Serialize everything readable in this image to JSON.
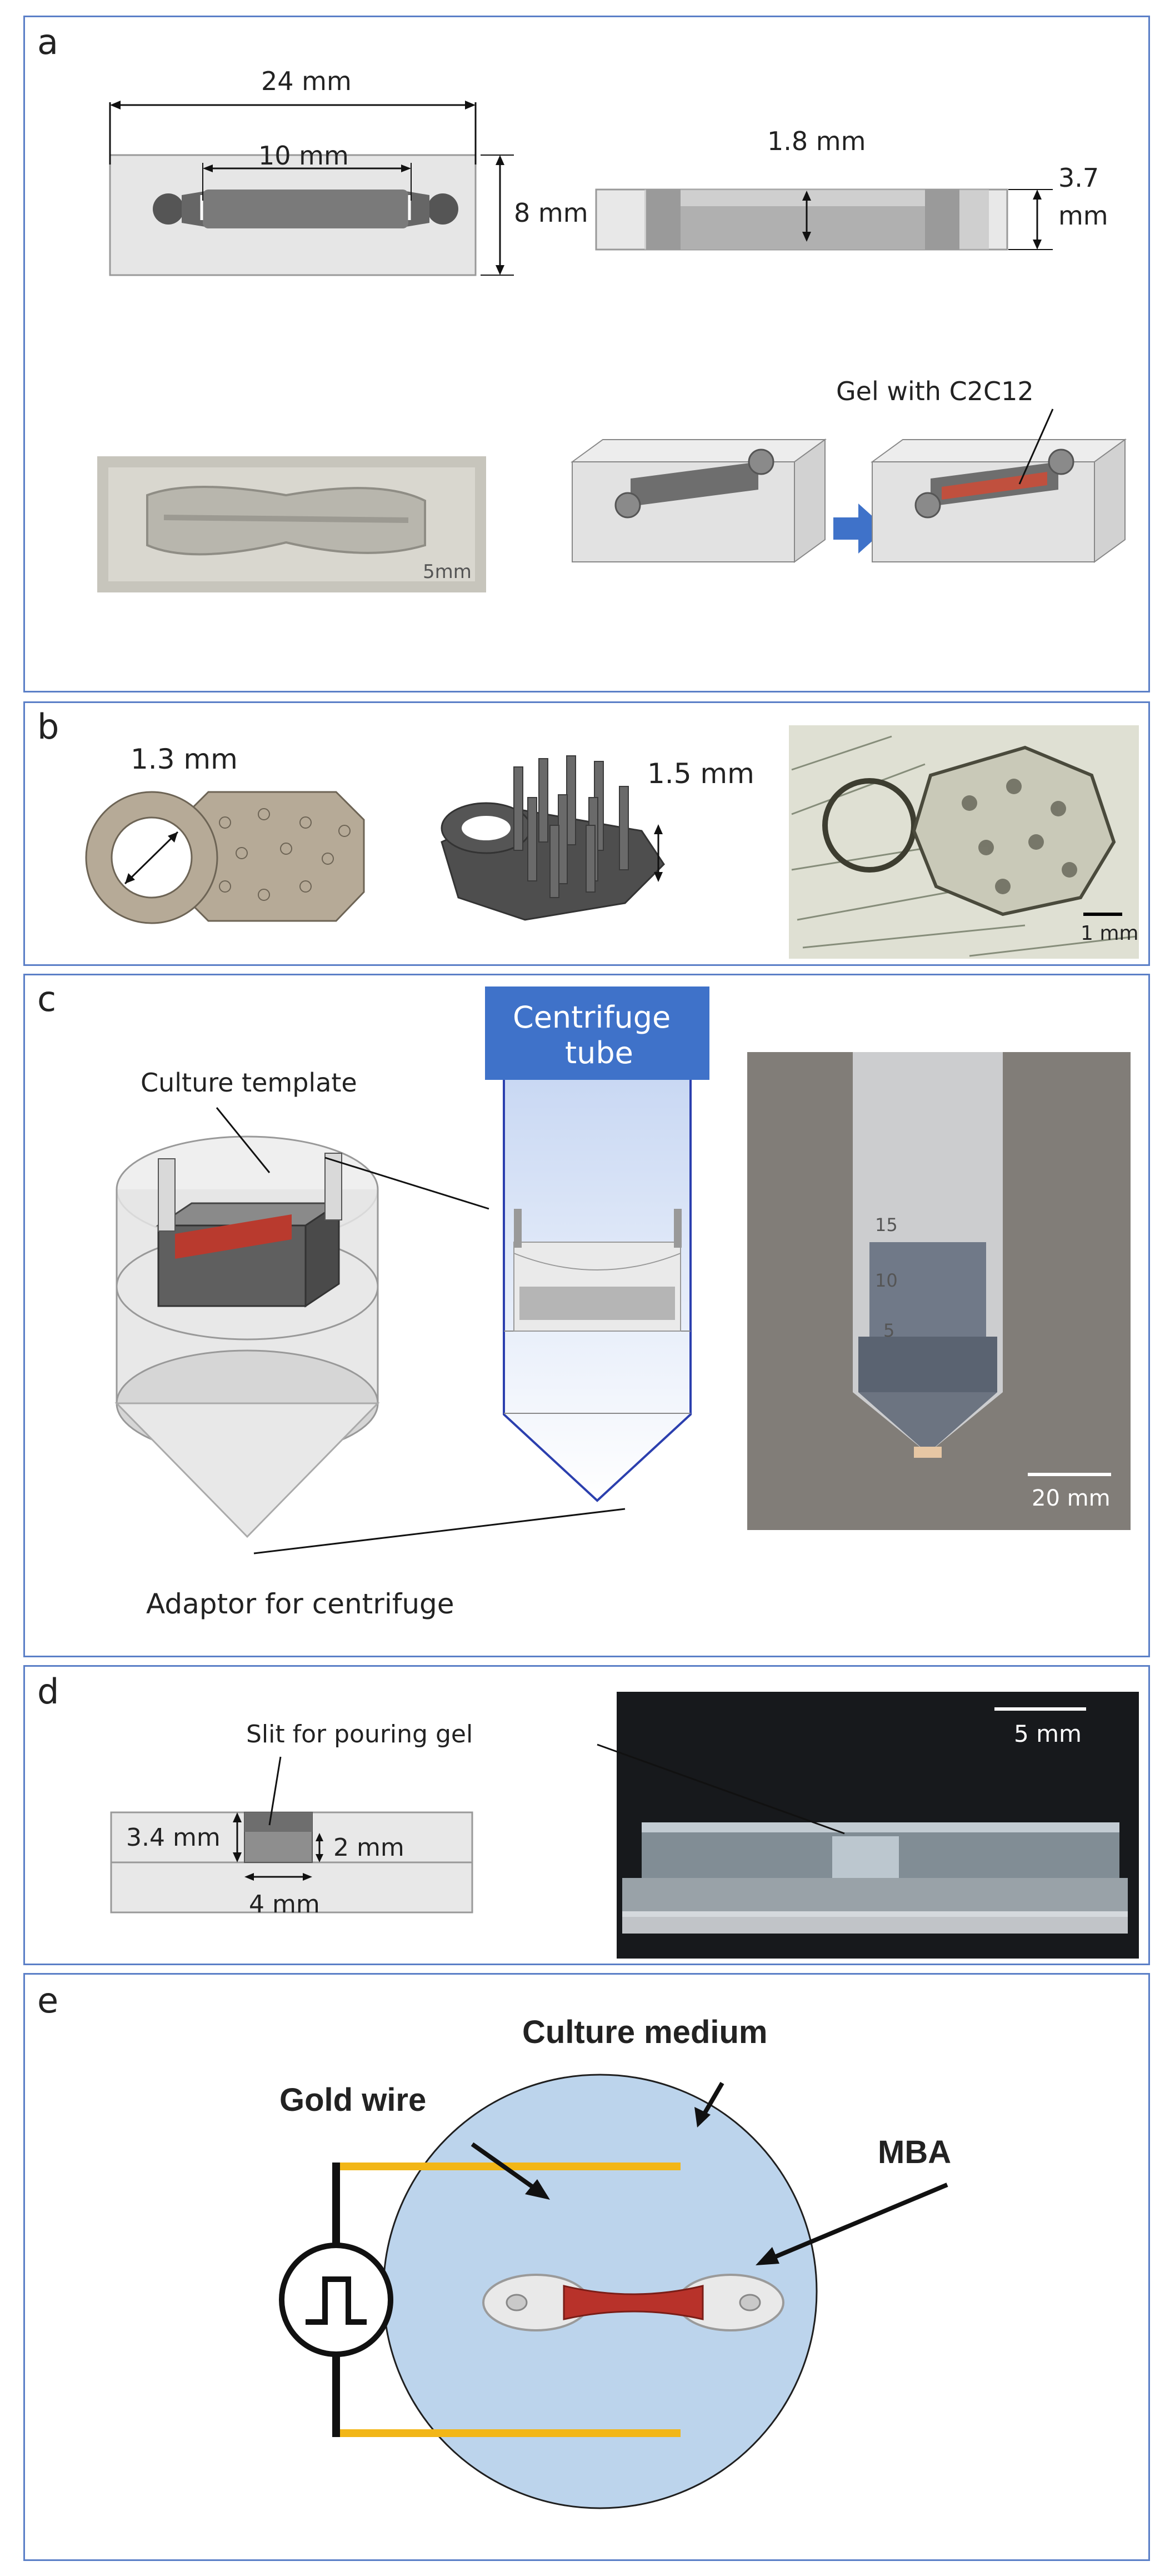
{
  "panel_a": {
    "label": "a",
    "dim_24": "24 mm",
    "dim_10": "10 mm",
    "dim_8": "8 mm",
    "dim_1_8": "1.8 mm",
    "dim_3_7a": "3.7",
    "dim_3_7b": "mm",
    "scale_5mm": "5mm",
    "gel_label": "Gel with C2C12"
  },
  "panel_b": {
    "label": "b",
    "dim_1_3": "1.3 mm",
    "dim_1_5": "1.5 mm",
    "scale_1mm": "1 mm"
  },
  "panel_c": {
    "label": "c",
    "culture_template": "Culture template",
    "centrifuge_line1": "Centrifuge",
    "centrifuge_line2": "tube",
    "adaptor": "Adaptor  for centrifuge",
    "scale_20mm": "20 mm",
    "tube_ticks": [
      "15",
      "10",
      "5"
    ],
    "tube_top_badge_color": "#3f72c9"
  },
  "panel_d": {
    "label": "d",
    "slit_label": "Slit for pouring gel",
    "dim_3_4": "3.4 mm",
    "dim_2": "2 mm",
    "dim_4": "4 mm",
    "scale_5mm": "5 mm"
  },
  "panel_e": {
    "label": "e",
    "culture_medium": "Culture medium",
    "gold_wire": "Gold wire",
    "mba": "MBA",
    "colors": {
      "medium": "#bcd4ec",
      "wire": "#f2b617",
      "tissue": "#b8322a"
    }
  }
}
